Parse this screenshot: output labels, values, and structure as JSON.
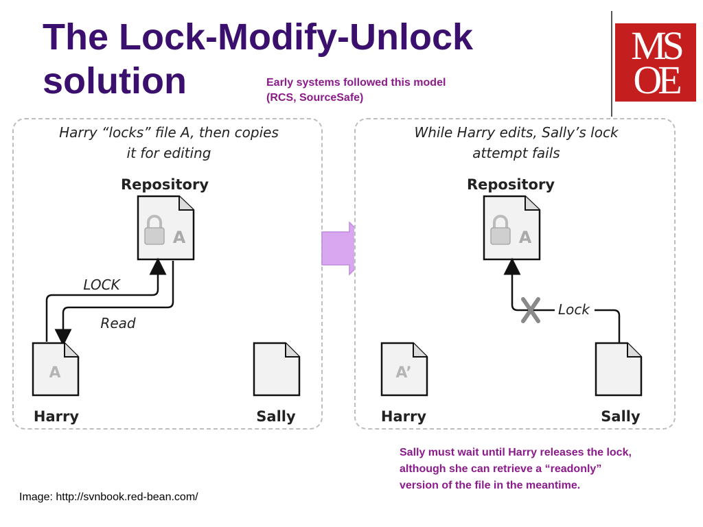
{
  "slide": {
    "title_lines": [
      "The Lock-Modify-Unlock",
      "solution"
    ],
    "note_top_lines": [
      "Early systems followed this model",
      "(RCS, SourceSafe)"
    ],
    "note_bottom_lines": [
      "Sally must wait until Harry releases the lock,",
      "although she can retrieve a “readonly”",
      "version of the file in the meantime."
    ],
    "credit": "Image: http://svnbook.red-bean.com/",
    "logo_lines": [
      "MS",
      "OE"
    ],
    "colors": {
      "title": "#3a0f6e",
      "notes": "#8b1a8b",
      "logo": "#c41e1e",
      "arrow": "#d9a7f0"
    }
  },
  "left_panel": {
    "caption_lines": [
      "Harry “locks” file A, then copies",
      "it for editing"
    ],
    "repository_label": "Repository",
    "repo_file_letter": "A",
    "lock_label": "LOCK",
    "read_label": "Read",
    "harry_file_letter": "A",
    "harry_label": "Harry",
    "sally_label": "Sally"
  },
  "right_panel": {
    "caption_lines": [
      "While Harry edits, Sally’s lock",
      "attempt fails"
    ],
    "repository_label": "Repository",
    "repo_file_letter": "A",
    "lock_label": "Lock",
    "harry_file_letter": "A’",
    "harry_label": "Harry",
    "sally_label": "Sally"
  }
}
